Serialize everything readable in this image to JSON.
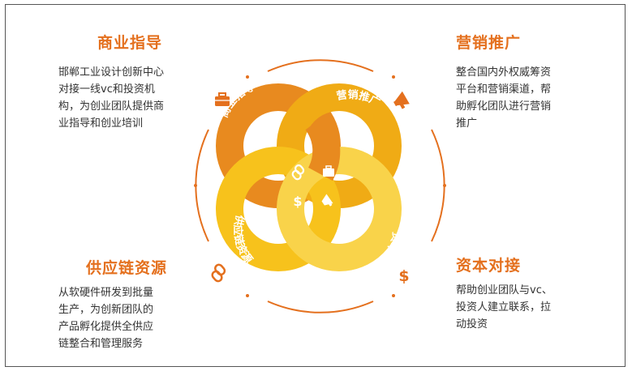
{
  "colors": {
    "accent": "#e4701e",
    "ring_top_left": "#e88a1f",
    "ring_top_right": "#f0ab15",
    "ring_bottom_left": "#f7c21c",
    "ring_bottom_right": "#f9d34a",
    "arc": "#e4701e"
  },
  "sections": {
    "business_guidance": {
      "title": "商业指导",
      "text": "邯郸工业设计创新中心\n对接一线vc和投资机\n构，为创业团队提供商\n业指导和创业培训",
      "icon": "briefcase-icon"
    },
    "marketing": {
      "title": "营销推广",
      "text": "整合国内外权威筹资\n平台和营销渠道，帮\n助孵化团队进行营销\n推广",
      "icon": "megaphone-icon"
    },
    "supply_chain": {
      "title": "供应链资源",
      "text": "从软硬件研发到批量\n生产，为创新团队的\n产品孵化提供全供应\n链整合和管理服务",
      "icon": "chain-link-icon"
    },
    "capital": {
      "title": "资本对接",
      "text": "帮助创业团队与vc、\n投资人建立联系，拉\n动投资",
      "icon": "dollar-icon"
    }
  },
  "rings": {
    "top_left": "商业指导",
    "top_right": "营销推广",
    "bottom_left": "供应链资源",
    "bottom_right": "资本对接"
  },
  "center_icons": [
    "chain-link-icon",
    "briefcase-icon",
    "dollar-icon",
    "megaphone-icon"
  ]
}
